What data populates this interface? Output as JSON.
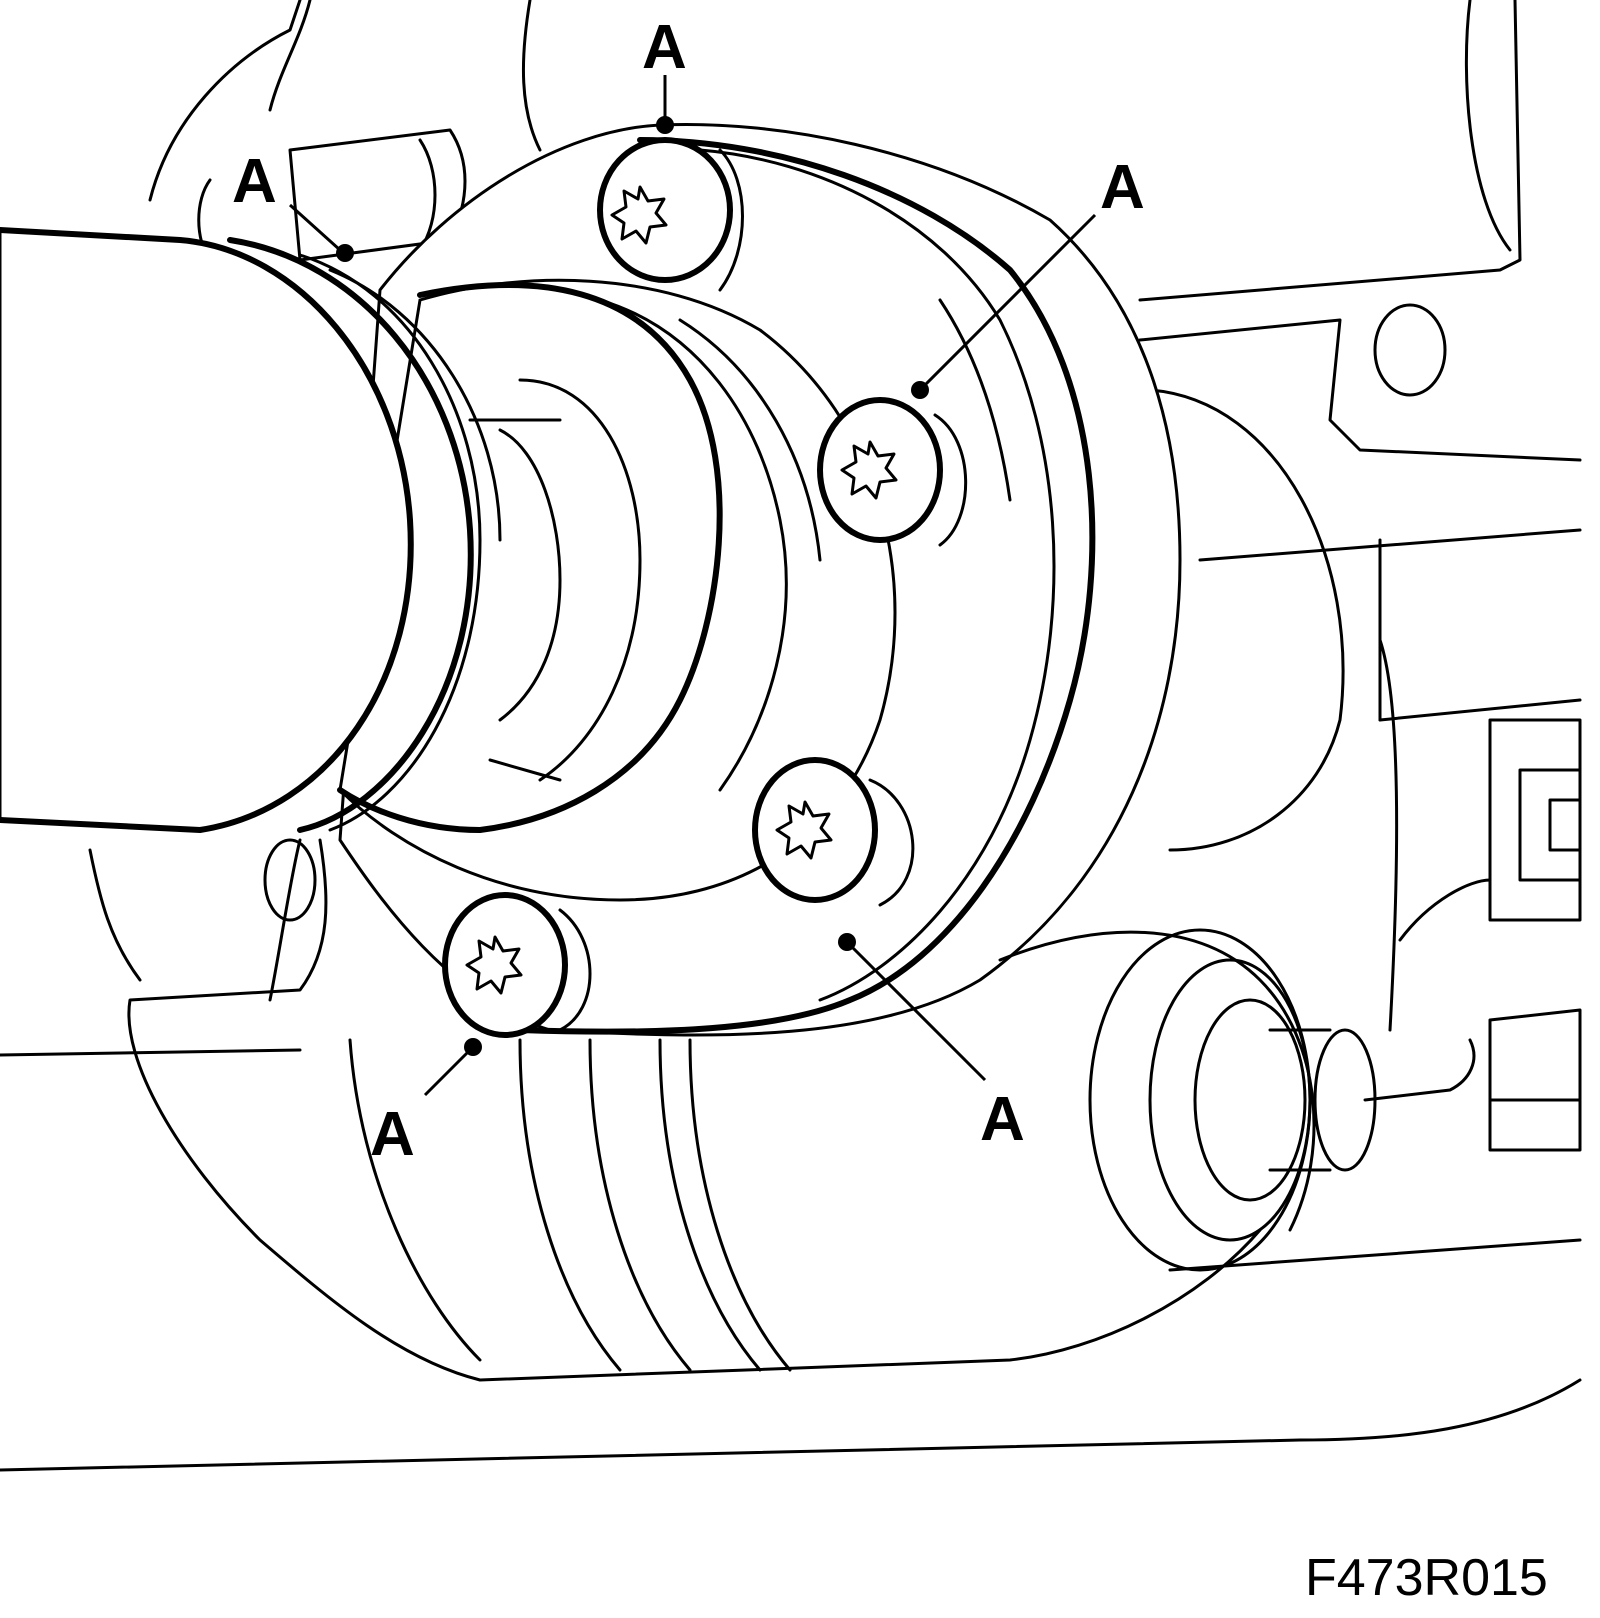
{
  "callout_label": "A",
  "callouts": [
    {
      "id": "top",
      "label": "A"
    },
    {
      "id": "upper-left",
      "label": "A"
    },
    {
      "id": "upper-right",
      "label": "A"
    },
    {
      "id": "lower-left",
      "label": "A"
    },
    {
      "id": "lower-right",
      "label": "A"
    }
  ],
  "figure_code": "F473R015",
  "colors": {
    "line": "#000000",
    "background": "#ffffff"
  },
  "icons": [
    "torx-bolt-icon"
  ]
}
